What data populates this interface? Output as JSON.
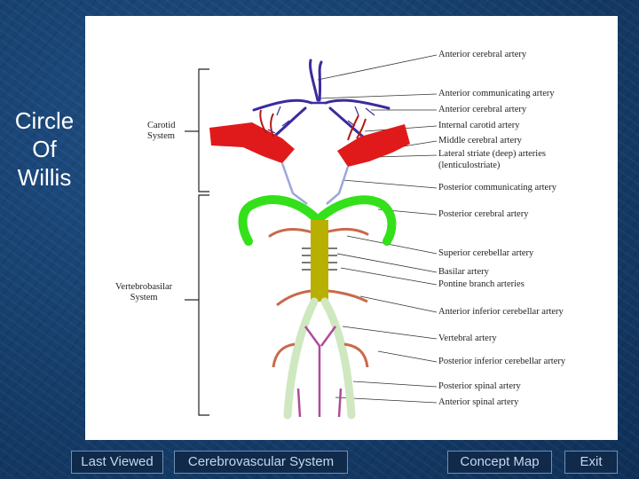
{
  "slide": {
    "title_lines": [
      "Circle",
      "Of",
      "Willis"
    ]
  },
  "diagram": {
    "systems": {
      "carotid": [
        "Carotid",
        "System"
      ],
      "vertebrobasilar": [
        "Vertebrobasilar",
        "System"
      ]
    },
    "labels": [
      "Anterior cerebral artery",
      "Anterior communicating artery",
      "Anterior cerebral artery",
      "Internal carotid artery",
      "Middle cerebral artery",
      "Lateral striate (deep) arteries",
      "(lenticulostriate)",
      "Posterior communicating artery",
      "Posterior cerebral artery",
      "Superior cerebellar artery",
      "Basilar artery",
      "Pontine branch arteries",
      "Anterior inferior cerebellar artery",
      "Vertebral artery",
      "Posterior inferior cerebellar artery",
      "Posterior spinal artery",
      "Anterior spinal artery"
    ],
    "colors": {
      "carotid": "#e01a1a",
      "anterior": "#3a2c9c",
      "posterior": "#33e01a",
      "basilar": "#b8b000",
      "cerebellar": "#c86a4a",
      "vertebral": "#cfe8c0",
      "spinal": "#b04a9a"
    }
  },
  "nav": {
    "last_viewed": "Last Viewed",
    "section": "Cerebrovascular System",
    "concept_map": "Concept Map",
    "exit": "Exit"
  }
}
